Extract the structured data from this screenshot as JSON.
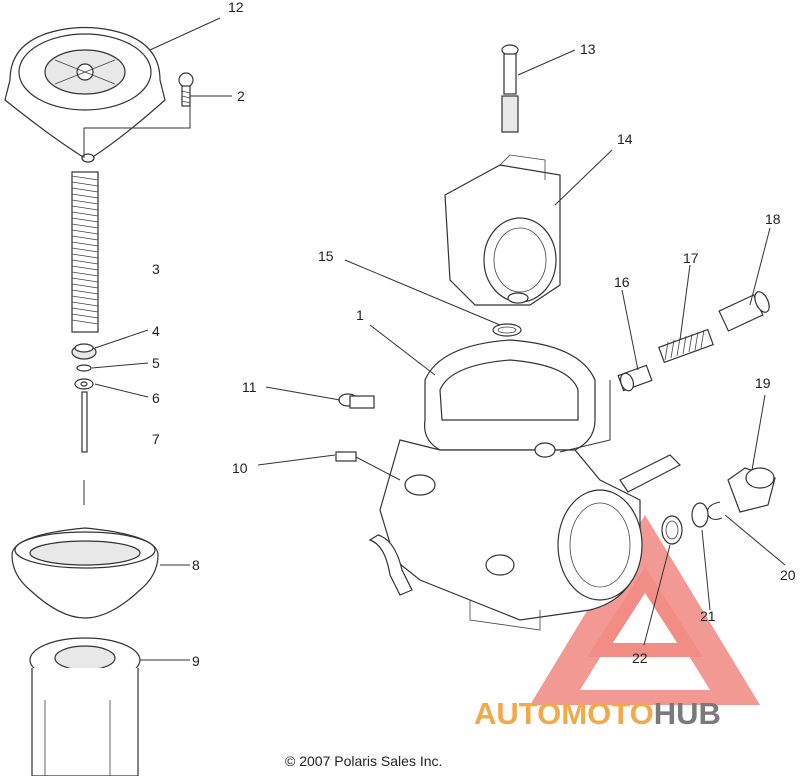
{
  "callouts": [
    {
      "id": "1",
      "text": "1"
    },
    {
      "id": "2",
      "text": "2"
    },
    {
      "id": "3",
      "text": "3"
    },
    {
      "id": "4",
      "text": "4"
    },
    {
      "id": "5",
      "text": "5"
    },
    {
      "id": "6",
      "text": "6"
    },
    {
      "id": "7",
      "text": "7"
    },
    {
      "id": "8",
      "text": "8"
    },
    {
      "id": "9",
      "text": "9"
    },
    {
      "id": "10",
      "text": "10"
    },
    {
      "id": "11",
      "text": "11"
    },
    {
      "id": "12",
      "text": "12"
    },
    {
      "id": "13",
      "text": "13"
    },
    {
      "id": "14",
      "text": "14"
    },
    {
      "id": "15",
      "text": "15"
    },
    {
      "id": "16",
      "text": "16"
    },
    {
      "id": "17",
      "text": "17"
    },
    {
      "id": "18",
      "text": "18"
    },
    {
      "id": "19",
      "text": "19"
    },
    {
      "id": "20",
      "text": "20"
    },
    {
      "id": "21",
      "text": "21"
    },
    {
      "id": "22",
      "text": "22"
    }
  ],
  "copyright": "© 2007 Polaris Sales Inc.",
  "watermark": {
    "text_part1": "AUTOMOTO",
    "text_part2": "HUB",
    "color_part1": "#f2a94a",
    "color_part2": "#7a7a7a",
    "triangle_color": "#f07a72"
  }
}
